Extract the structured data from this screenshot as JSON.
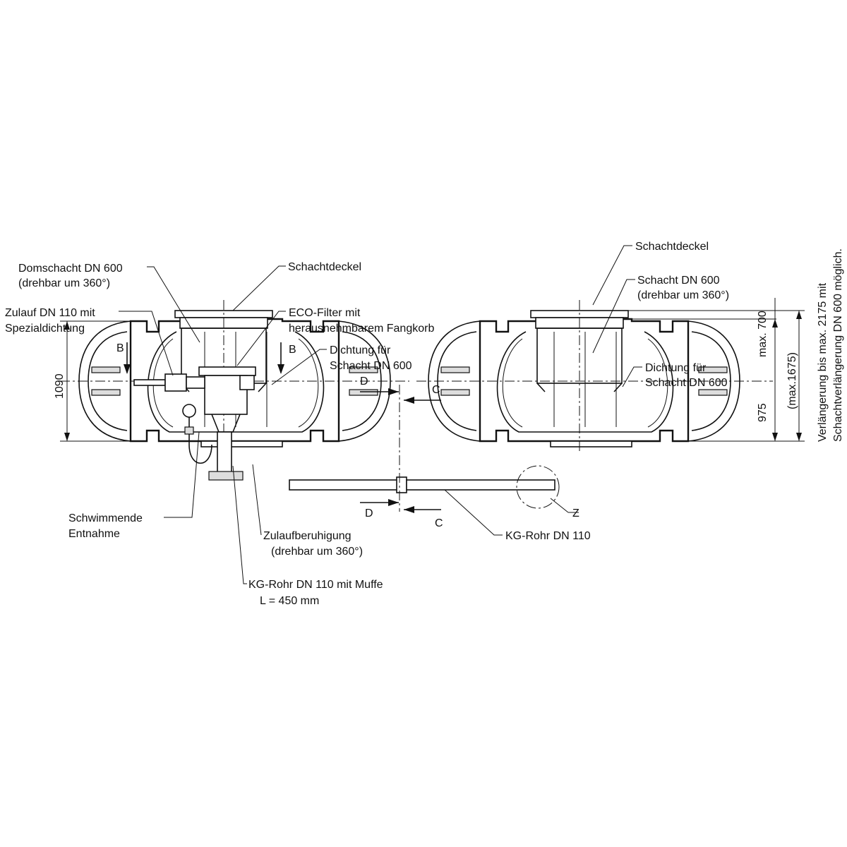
{
  "labels": {
    "domschacht_1": "Domschacht DN 600",
    "domschacht_2": "(drehbar um 360°)",
    "schachtdeckel_left": "Schachtdeckel",
    "zulauf_1": "Zulauf DN 110 mit",
    "zulauf_2": "Spezialdichtung",
    "eco_1": "ECO-Filter mit",
    "eco_2": "herausnehmbarem Fangkorb",
    "dichtung_left_1": "Dichtung für",
    "dichtung_left_2": "Schacht DN 600",
    "schwimmende_1": "Schwimmende",
    "schwimmende_2": "Entnahme",
    "zulaufberuhigung_1": "Zulaufberuhigung",
    "zulaufberuhigung_2": "(drehbar um 360°)",
    "kg_muffe_1": "KG-Rohr DN 110 mit Muffe",
    "kg_muffe_2": "L =  450 mm",
    "kg_rohr": "KG-Rohr DN 110",
    "schachtdeckel_right": "Schachtdeckel",
    "schacht_right_1": "Schacht DN 600",
    "schacht_right_2": "(drehbar um 360°)",
    "dichtung_right_1": "Dichtung für",
    "dichtung_right_2": "Schacht DN 600",
    "vert_note_1": "Verlängerung bis max. 2175 mit",
    "vert_note_2": "Schachtverlängerung DN 600 möglich."
  },
  "section_marks": {
    "b_left": "B",
    "b_right": "B",
    "d_top": "D",
    "c_top": "C",
    "d_bottom": "D",
    "c_bottom": "C",
    "detail": "Z"
  },
  "dimensions": {
    "height_left": "1090",
    "max_700": "max. 700",
    "d_975": "975",
    "max_1675": "(max.1675)"
  }
}
